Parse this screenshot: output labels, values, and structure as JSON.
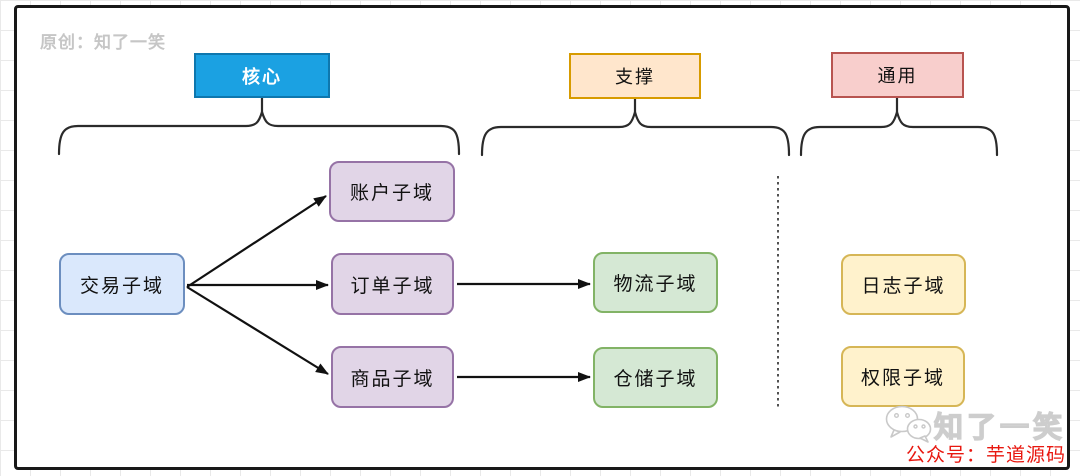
{
  "watermark": "原创：知了一笑",
  "categories": [
    {
      "id": "core",
      "label": "核心",
      "fill": "#1BA1E2",
      "stroke": "#0e77ae",
      "members": [
        "交易子域",
        "账户子域",
        "订单子域",
        "商品子域"
      ]
    },
    {
      "id": "support",
      "label": "支撑",
      "fill": "#FFE6CC",
      "stroke": "#D79B00",
      "members": [
        "物流子域",
        "仓储子域"
      ]
    },
    {
      "id": "generic",
      "label": "通用",
      "fill": "#F8CECC",
      "stroke": "#B85450",
      "members": [
        "日志子域",
        "权限子域"
      ]
    }
  ],
  "nodes": [
    {
      "id": "trade",
      "label": "交易子域",
      "fill": "#DAE8FC",
      "stroke": "#6C8EBF"
    },
    {
      "id": "account",
      "label": "账户子域",
      "fill": "#E1D5E7",
      "stroke": "#9673A6"
    },
    {
      "id": "order",
      "label": "订单子域",
      "fill": "#E1D5E7",
      "stroke": "#9673A6"
    },
    {
      "id": "product",
      "label": "商品子域",
      "fill": "#E1D5E7",
      "stroke": "#9673A6"
    },
    {
      "id": "logistics",
      "label": "物流子域",
      "fill": "#D5E8D4",
      "stroke": "#82B366"
    },
    {
      "id": "warehouse",
      "label": "仓储子域",
      "fill": "#D5E8D4",
      "stroke": "#82B366"
    },
    {
      "id": "log",
      "label": "日志子域",
      "fill": "#FFF2CC",
      "stroke": "#D6B656"
    },
    {
      "id": "perm",
      "label": "权限子域",
      "fill": "#FFF2CC",
      "stroke": "#D6B656"
    }
  ],
  "edges": [
    {
      "from": "交易子域",
      "to": "账户子域"
    },
    {
      "from": "交易子域",
      "to": "订单子域"
    },
    {
      "from": "交易子域",
      "to": "商品子域"
    },
    {
      "from": "订单子域",
      "to": "物流子域"
    },
    {
      "from": "商品子域",
      "to": "仓储子域"
    }
  ],
  "separator": {
    "style": "dotted-vertical",
    "between": [
      "支撑",
      "通用"
    ]
  },
  "footer": {
    "brand": "知了一笑",
    "caption": "公众号：芋道源码",
    "icon": "wechat-icon",
    "caption_color": "#e8170f"
  }
}
